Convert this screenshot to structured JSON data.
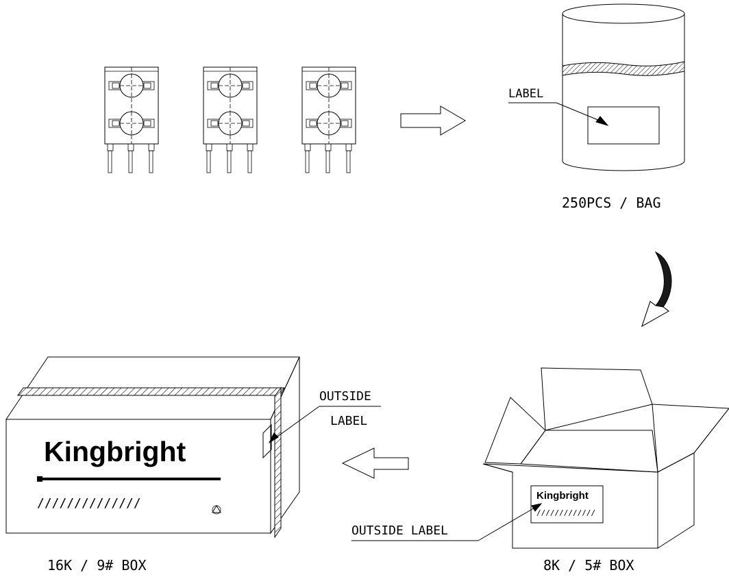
{
  "bag": {
    "label_text": "LABEL",
    "caption": "250PCS / BAG"
  },
  "small_box": {
    "brand": "Kingbright",
    "label_text": "OUTSIDE LABEL",
    "caption": "8K / 5# BOX"
  },
  "large_box": {
    "brand": "Kingbright",
    "label_line1": "OUTSIDE",
    "label_line2": "LABEL",
    "caption": "16K / 9# BOX"
  },
  "components": {
    "count": 3
  }
}
